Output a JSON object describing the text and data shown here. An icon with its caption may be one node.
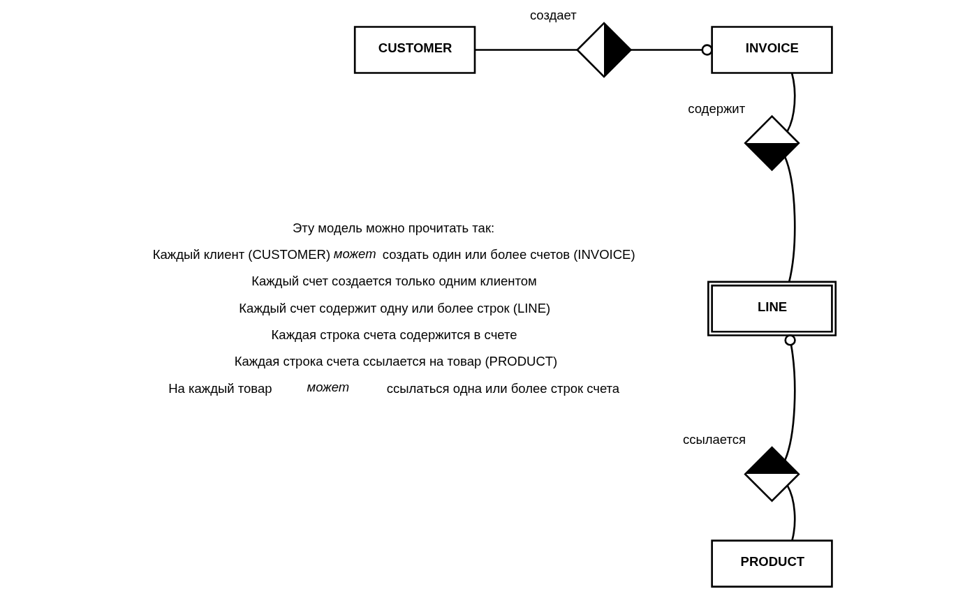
{
  "diagram": {
    "nodes": [
      {
        "text": [
          "CUSTOMER"
        ]
      },
      {
        "text": [],
        "shape": "diamond",
        "beside": [
          "создает"
        ]
      },
      {
        "text": [
          "INVOICE"
        ]
      },
      {
        "text": [],
        "shape": "diamond",
        "beside": [
          "содержит"
        ]
      },
      {
        "text": [
          "LINE"
        ]
      },
      {
        "text": [],
        "shape": "diamond",
        "beside": [
          "ссылается"
        ]
      },
      {
        "text": [
          "PRODUCT"
        ]
      }
    ],
    "edges": [
      {
        "from": 0,
        "to": 1,
        "arrow": "none"
      },
      {
        "from": 1,
        "to": 2,
        "arrow": "other"
      },
      {
        "from": 2,
        "to": 3,
        "arrow": "none"
      },
      {
        "from": 3,
        "to": 4,
        "arrow": "none"
      },
      {
        "from": 5,
        "to": 4,
        "arrow": "other"
      },
      {
        "from": 5,
        "to": 6,
        "arrow": "none"
      }
    ],
    "labels": [
      "Эту модель можно прочитать так:",
      "Каждый клиент (CUSTOMER) *может* создать один или более счетов (INVOICE)",
      "Каждый счет создается только одним клиентом",
      "Каждый счет содержит одну или более строк (LINE)",
      "Каждая строка счета содержится в счете",
      "Каждая строка счета ссылается на товар (PRODUCT)",
      "На каждый товар *может* ссылаться одна или более строк счета"
    ]
  }
}
